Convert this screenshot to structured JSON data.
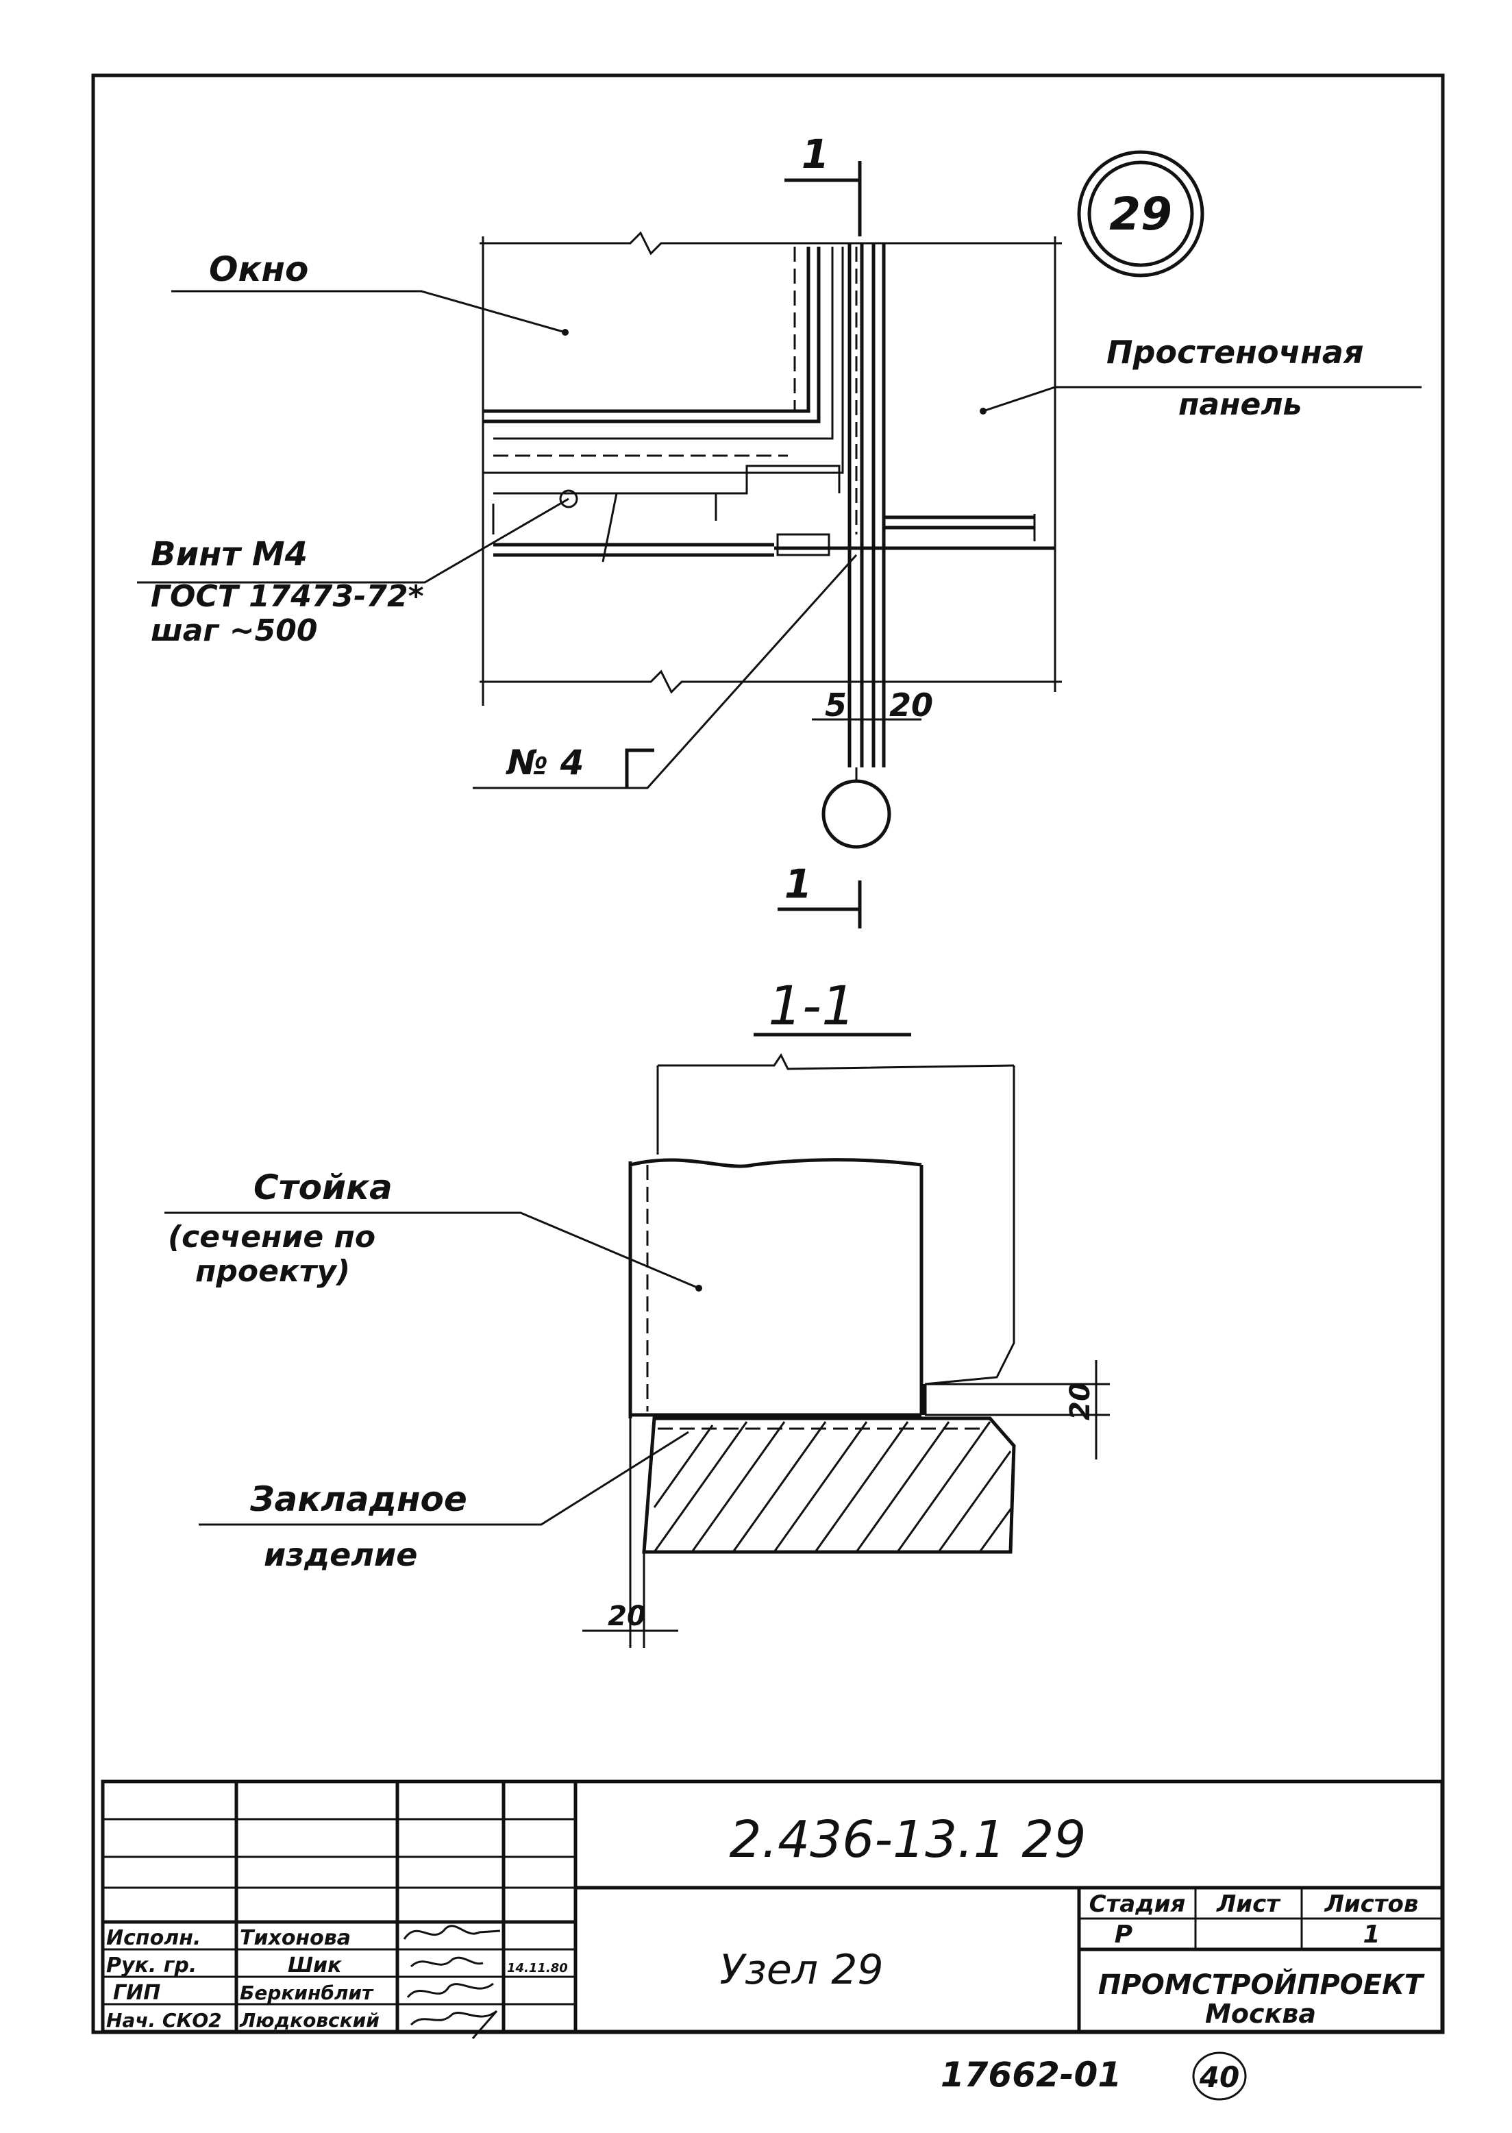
{
  "node_badge": "29",
  "top_view": {
    "label_window": "Окно",
    "label_panel_line1": "Простеночная",
    "label_panel_line2": "панель",
    "label_screw_line1": "Винт  М4",
    "label_screw_line2": "ГОСТ 17473-72*",
    "label_screw_line3": "шаг  ~500",
    "label_weld": "№ 4",
    "dim_5": "5",
    "dim_20": "20",
    "cut_mark_top": "1",
    "cut_mark_bottom": "1"
  },
  "section": {
    "title": "1-1",
    "label_post_line1": "Стойка",
    "label_post_line2": "(сечение  по",
    "label_post_line3": "проекту)",
    "label_embed_line1": "Закладное",
    "label_embed_line2": "изделие",
    "dim_right": "20",
    "dim_bottom": "20"
  },
  "title_block": {
    "doc_code": "2.436-13.1  29",
    "sheet_title": "Узел  29",
    "col_stage": "Стадия",
    "col_sheet": "Лист",
    "col_sheets": "Листов",
    "stage_value": "Р",
    "sheets_value": "1",
    "org_line1": "ПРОМСТРОЙПРОЕКТ",
    "org_line2": "Москва",
    "roles": [
      {
        "role": "Исполн.",
        "name": "Тихонова",
        "date": ""
      },
      {
        "role": "Рук. гр.",
        "name": "Шик",
        "date": "14.11.80"
      },
      {
        "role": "ГИП",
        "name": "Беркинблит",
        "date": ""
      },
      {
        "role": "Нач. СКО2",
        "name": "Людковский",
        "date": ""
      }
    ]
  },
  "footer": {
    "archive_number": "17662-01",
    "page_number": "40"
  }
}
